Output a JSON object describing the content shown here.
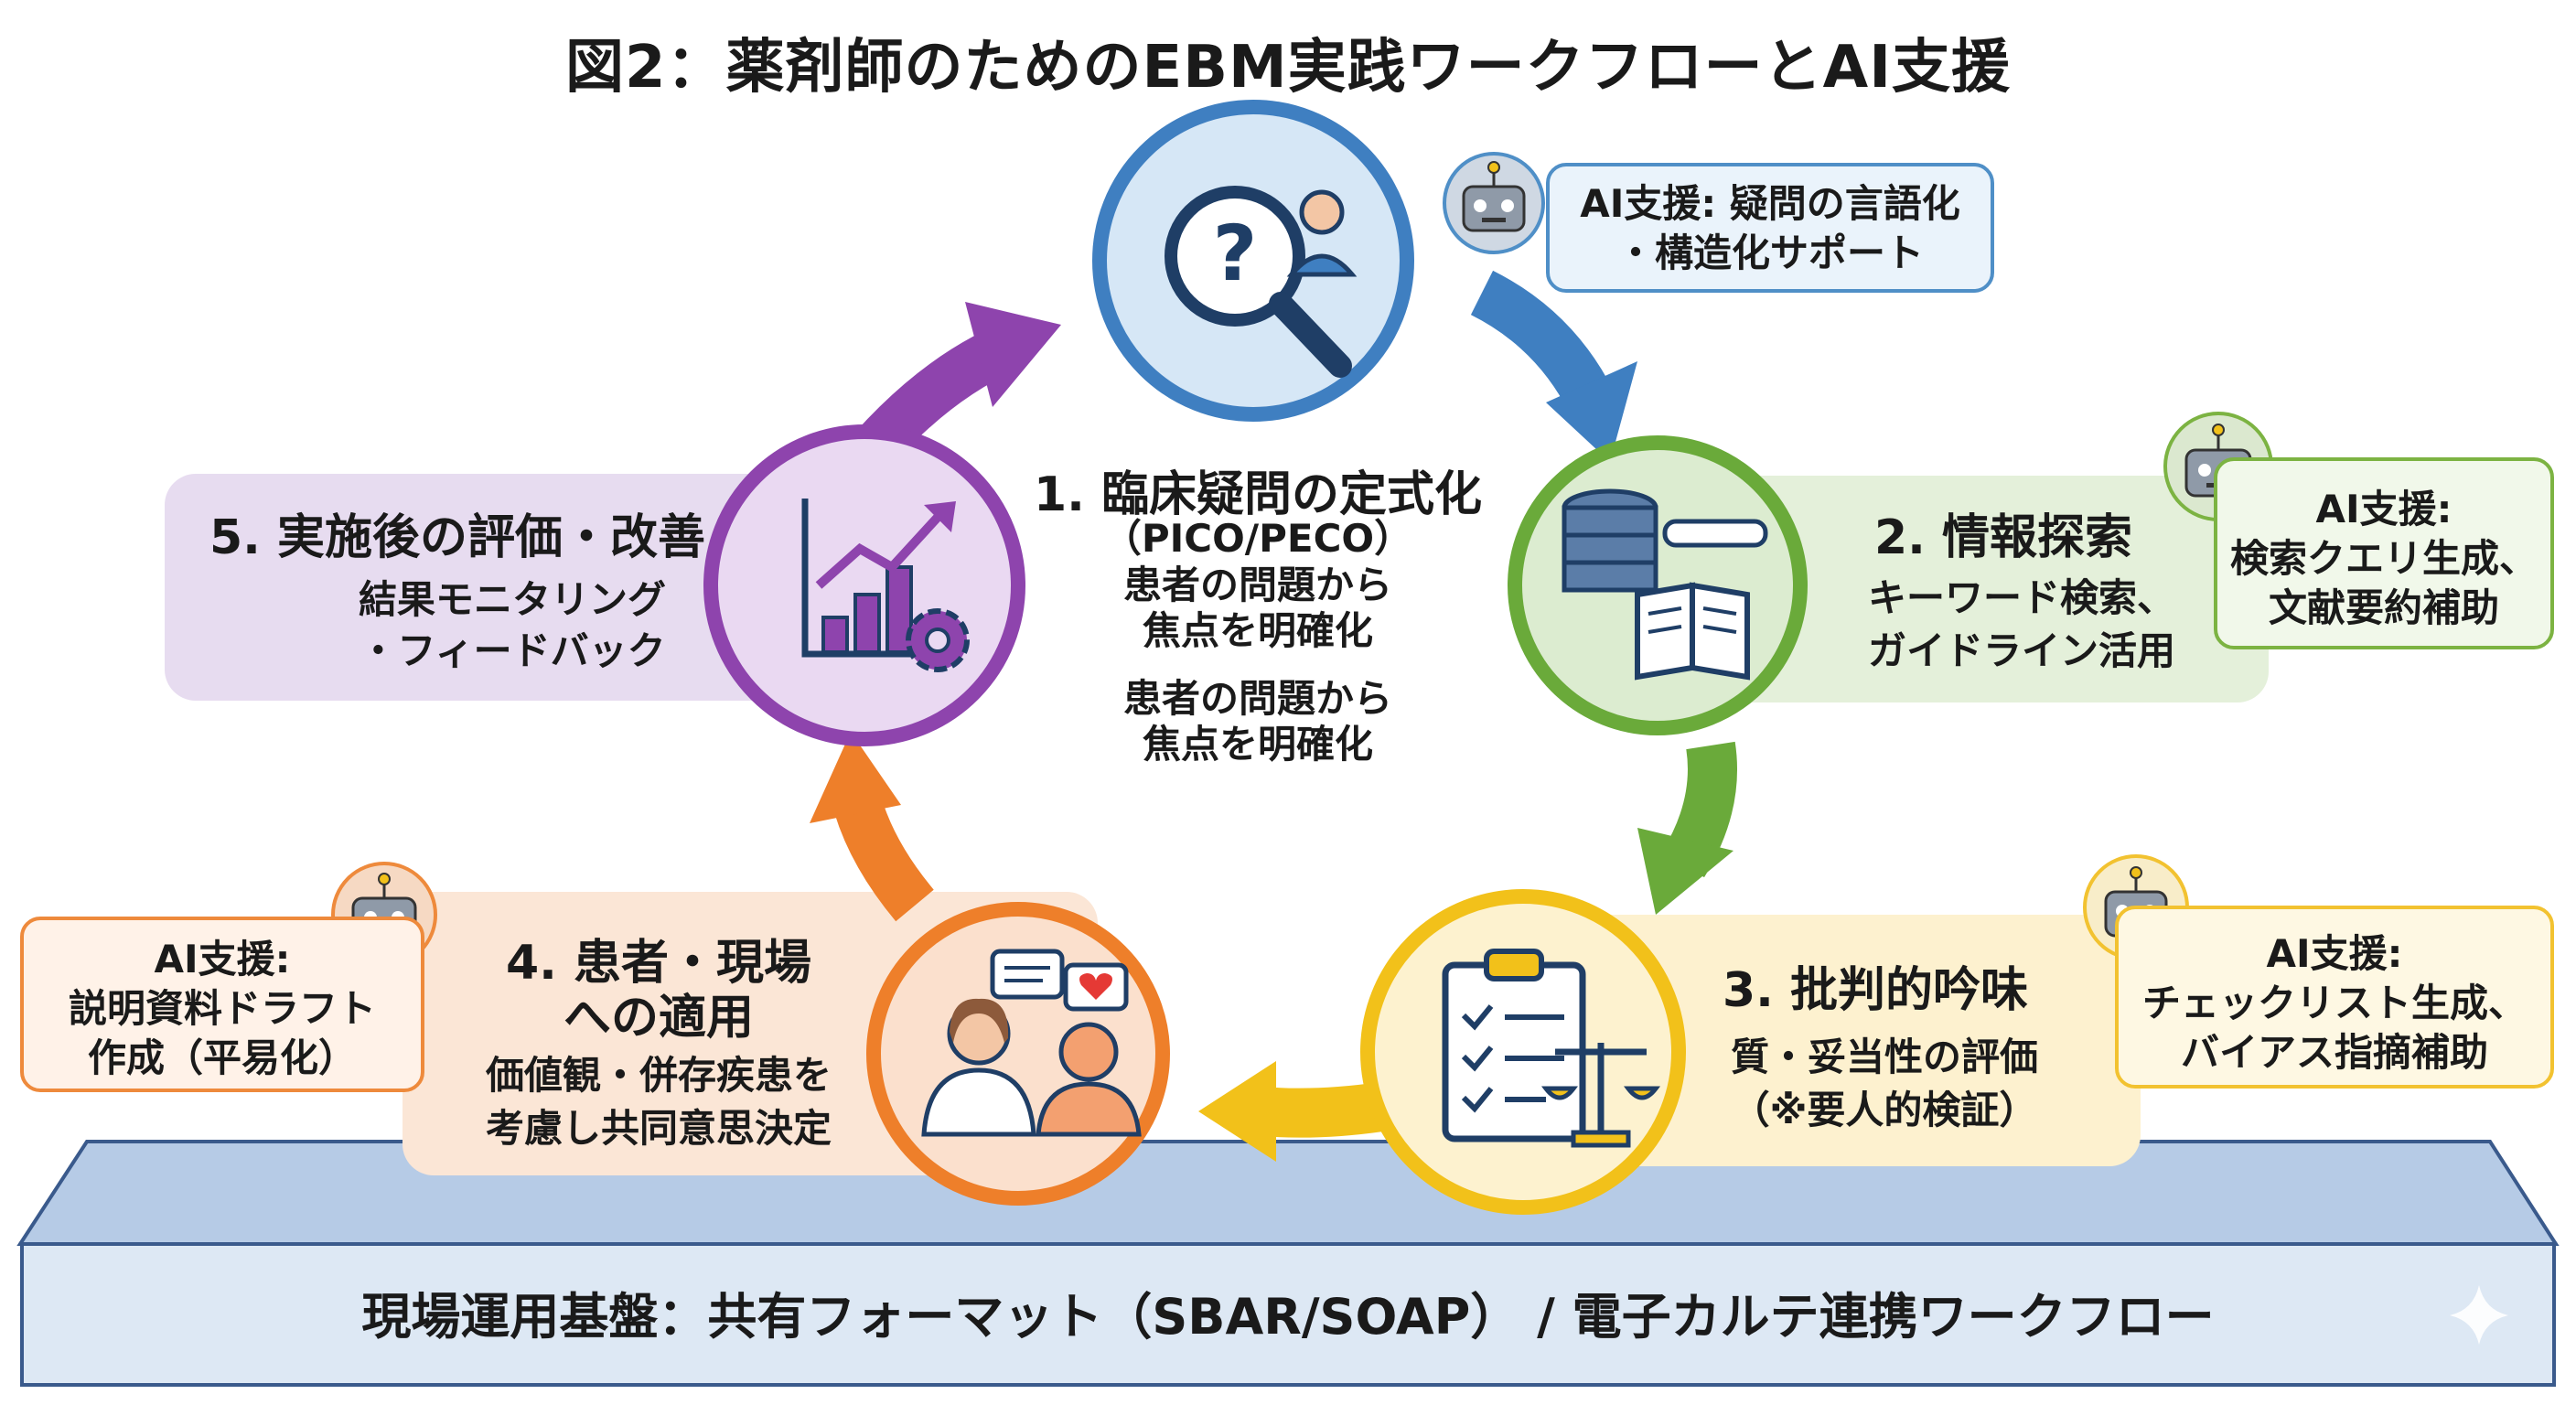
{
  "title": "図2：薬剤師のためのEBM実践ワークフローとAI支援",
  "steps": [
    {
      "heading": "1. 臨床疑問の定式化",
      "line2": "（PICO/PECO）",
      "desc1": "患者の問題から",
      "desc2": "焦点を明確化",
      "desc3": "患者の問題から",
      "desc4": "焦点を明確化",
      "color": "#3f7fc1",
      "fill": "#d6e7f6",
      "icon": "magnifier-question-icon"
    },
    {
      "heading": "2. 情報探索",
      "desc1": "キーワード検索、",
      "desc2": "ガイドライン活用",
      "color": "#6aaa3a",
      "fill": "#dcecd0",
      "icon": "database-book-icon"
    },
    {
      "heading": "3. 批判的吟味",
      "desc1": "質・妥当性の評価",
      "desc2": "（※要人的検証）",
      "color": "#f2c11a",
      "fill": "#fdf2cf",
      "icon": "checklist-scale-icon"
    },
    {
      "heading1": "4. 患者・現場",
      "heading2": "への適用",
      "desc1": "価値観・併存疾患を",
      "desc2": "考慮し共同意思決定",
      "color": "#ee7f2a",
      "fill": "#fbe0cd",
      "icon": "consultation-icon"
    },
    {
      "heading": "5. 実施後の評価・改善",
      "desc1": "結果モニタリング",
      "desc2": "・フィードバック",
      "color": "#8e44ad",
      "fill": "#ead9f2",
      "icon": "growth-chart-gear-icon"
    }
  ],
  "ai_support": [
    {
      "line1": "AI支援: 疑問の言語化",
      "line2": "・構造化サポート",
      "color": "#4f8fc7"
    },
    {
      "line1": "AI支援:",
      "line2": "検索クエリ生成、",
      "line3": "文献要約補助",
      "color": "#7cb342"
    },
    {
      "line1": "AI支援:",
      "line2": "チェックリスト生成、",
      "line3": "バイアス指摘補助",
      "color": "#f2c230"
    },
    {
      "line1": "AI支援:",
      "line2": "説明資料ドラフト",
      "line3": "作成（平易化）",
      "color": "#ee8a3c"
    }
  ],
  "foundation": "現場運用基盤：共有フォーマット（SBAR/SOAP） / 電子カルテ連携ワークフロー",
  "icons": {
    "robot": "robot-icon",
    "sparkle": "sparkle-icon"
  }
}
